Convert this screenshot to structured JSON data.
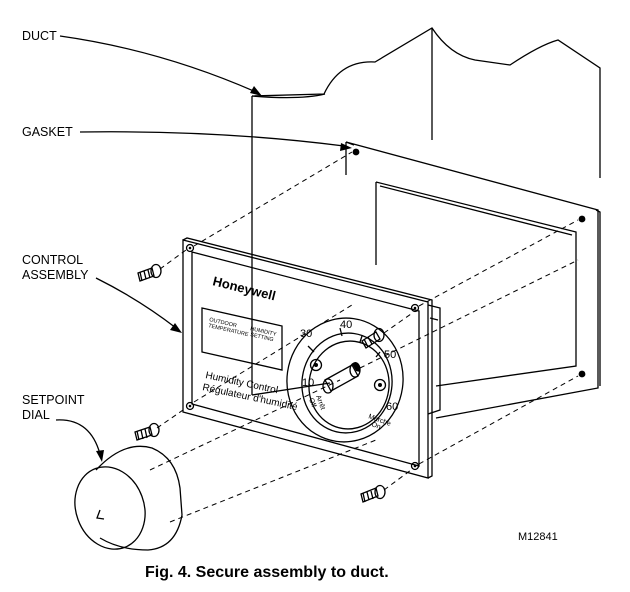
{
  "callouts": {
    "duct": "DUCT",
    "gasket": "GASKET",
    "control_assembly_1": "CONTROL",
    "control_assembly_2": "ASSEMBLY",
    "setpoint_dial_1": "SETPOINT",
    "setpoint_dial_2": "DIAL"
  },
  "device": {
    "brand": "Honeywell",
    "outdoor_temp_1": "OUTDOOR",
    "outdoor_temp_2": "TEMPERATURE",
    "humidity_setting_1": "HUMIDITY",
    "humidity_setting_2": "SETTING",
    "title_en": "Humidity Control",
    "title_fr": "Régulateur d'humidité",
    "dial_numbers": [
      "10",
      "30",
      "40",
      "50",
      "60"
    ],
    "off_label_1": "Arrêt",
    "off_label_2": "Off",
    "on_label_1": "Marche",
    "on_label_2": "On"
  },
  "figure_code": "M12841",
  "caption": "Fig. 4. Secure assembly to duct."
}
